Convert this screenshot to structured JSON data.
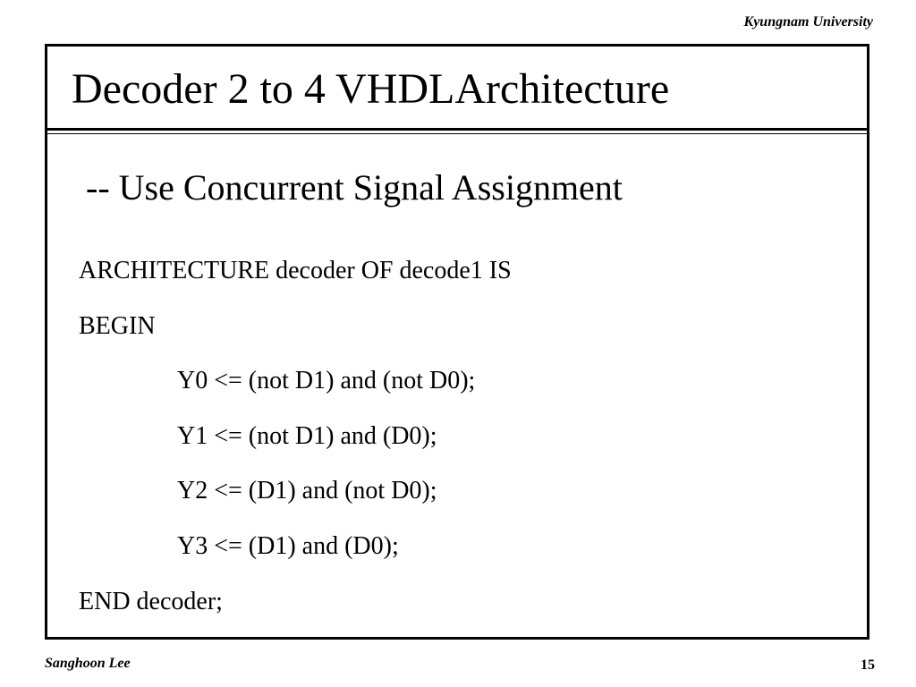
{
  "header": {
    "organization": "Kyungnam University"
  },
  "slide": {
    "title": "Decoder 2 to 4 VHDLArchitecture",
    "subtitle": "-- Use Concurrent Signal Assignment",
    "code_lines": [
      {
        "text": "ARCHITECTURE decoder OF decode1 IS",
        "indented": false
      },
      {
        "text": "BEGIN",
        "indented": false
      },
      {
        "text": "Y0 <= (not D1) and (not D0);",
        "indented": true
      },
      {
        "text": "Y1 <= (not D1) and (D0);",
        "indented": true
      },
      {
        "text": "Y2 <= (D1) and (not D0);",
        "indented": true
      },
      {
        "text": "Y3 <= (D1) and (D0);",
        "indented": true
      },
      {
        "text": "END decoder;",
        "indented": false
      }
    ]
  },
  "footer": {
    "author": "Sanghoon Lee",
    "page_number": "15"
  },
  "colors": {
    "background": "#ffffff",
    "text": "#000000",
    "border": "#000000"
  }
}
